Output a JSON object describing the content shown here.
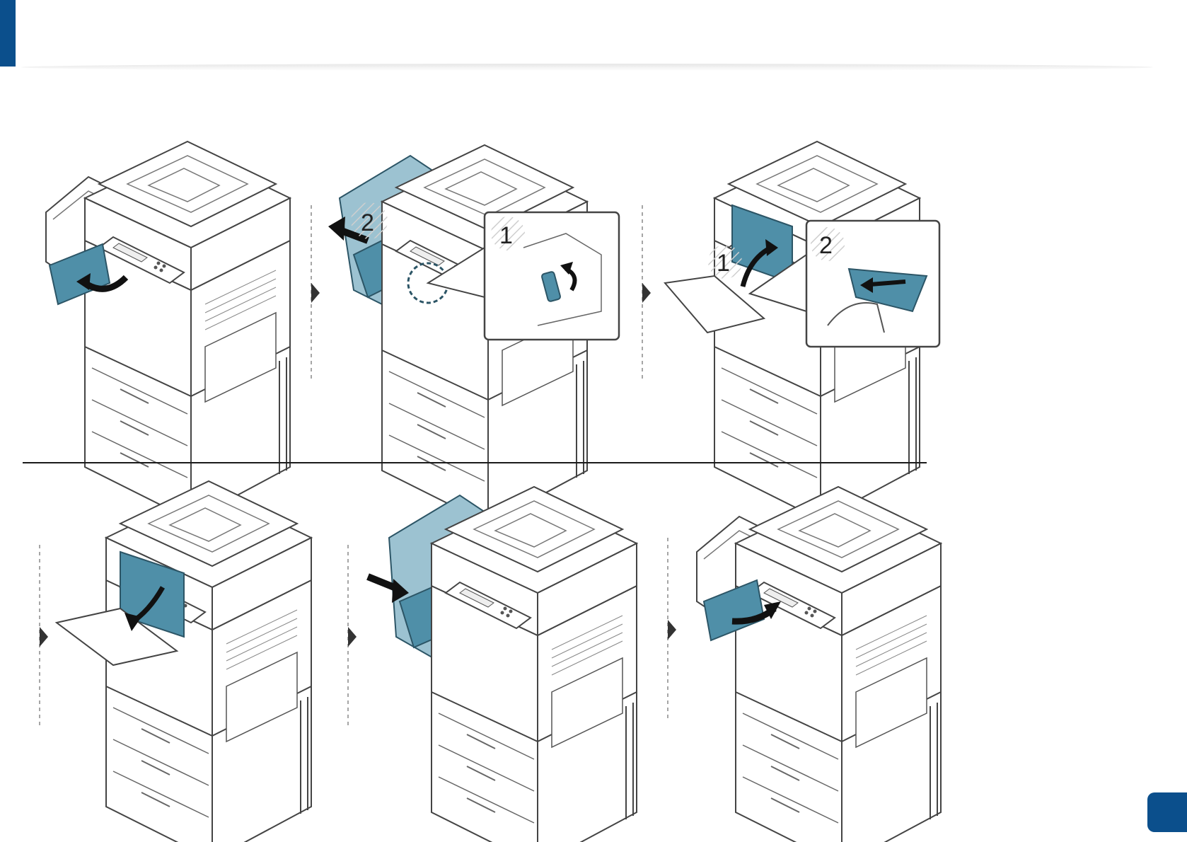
{
  "colors": {
    "accent": "#0b4f8c",
    "highlight": "#4f8fa8",
    "highlight_light": "#9cc2d1",
    "line": "#444444",
    "divider": "#1a1a1a"
  },
  "callouts": {
    "step2_part2": "2",
    "step2_part1": "1",
    "step3_part1": "1",
    "step3_part2": "2"
  }
}
